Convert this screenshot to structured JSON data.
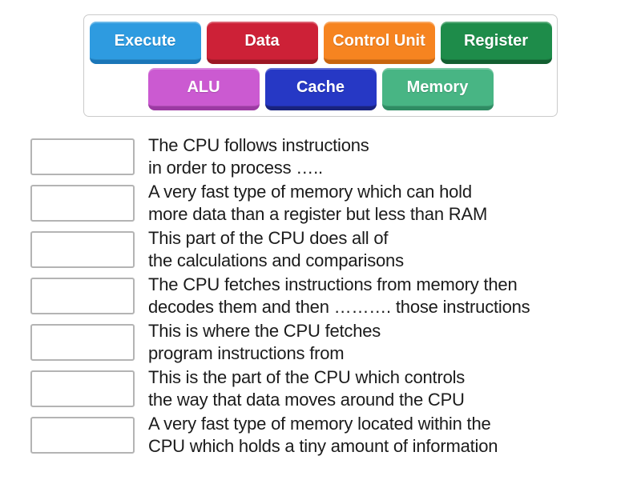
{
  "bank": {
    "tiles_row1": [
      {
        "label": "Execute",
        "color": "#2e9be0",
        "color_dark": "#1a76b8"
      },
      {
        "label": "Data",
        "color": "#cd2137",
        "color_dark": "#9c1724"
      },
      {
        "label": "Control Unit",
        "color": "#f68420",
        "color_dark": "#c8650e"
      },
      {
        "label": "Register",
        "color": "#1e8c4a",
        "color_dark": "#135f31"
      }
    ],
    "tiles_row2": [
      {
        "label": "ALU",
        "color": "#cb5ad1",
        "color_dark": "#9c3aa3"
      },
      {
        "label": "Cache",
        "color": "#2638c5",
        "color_dark": "#19237e"
      },
      {
        "label": "Memory",
        "color": "#48b584",
        "color_dark": "#2f8c63"
      }
    ]
  },
  "rows": [
    {
      "line1": "The CPU follows instructions",
      "line2": "in order to process ….."
    },
    {
      "line1": "A very fast type of memory which can hold",
      "line2": "more data than a register but less than RAM"
    },
    {
      "line1": "This part of the CPU does all of",
      "line2": "the calculations and comparisons"
    },
    {
      "line1": "The CPU fetches instructions from memory then",
      "line2": "decodes them and then ………. those instructions"
    },
    {
      "line1": "This is where the CPU fetches",
      "line2": "program instructions from"
    },
    {
      "line1": "This is the part of the CPU which controls",
      "line2": "the way that data moves around the CPU"
    },
    {
      "line1": "A very fast type of memory located within the",
      "line2": "CPU which holds a tiny amount of information"
    }
  ]
}
